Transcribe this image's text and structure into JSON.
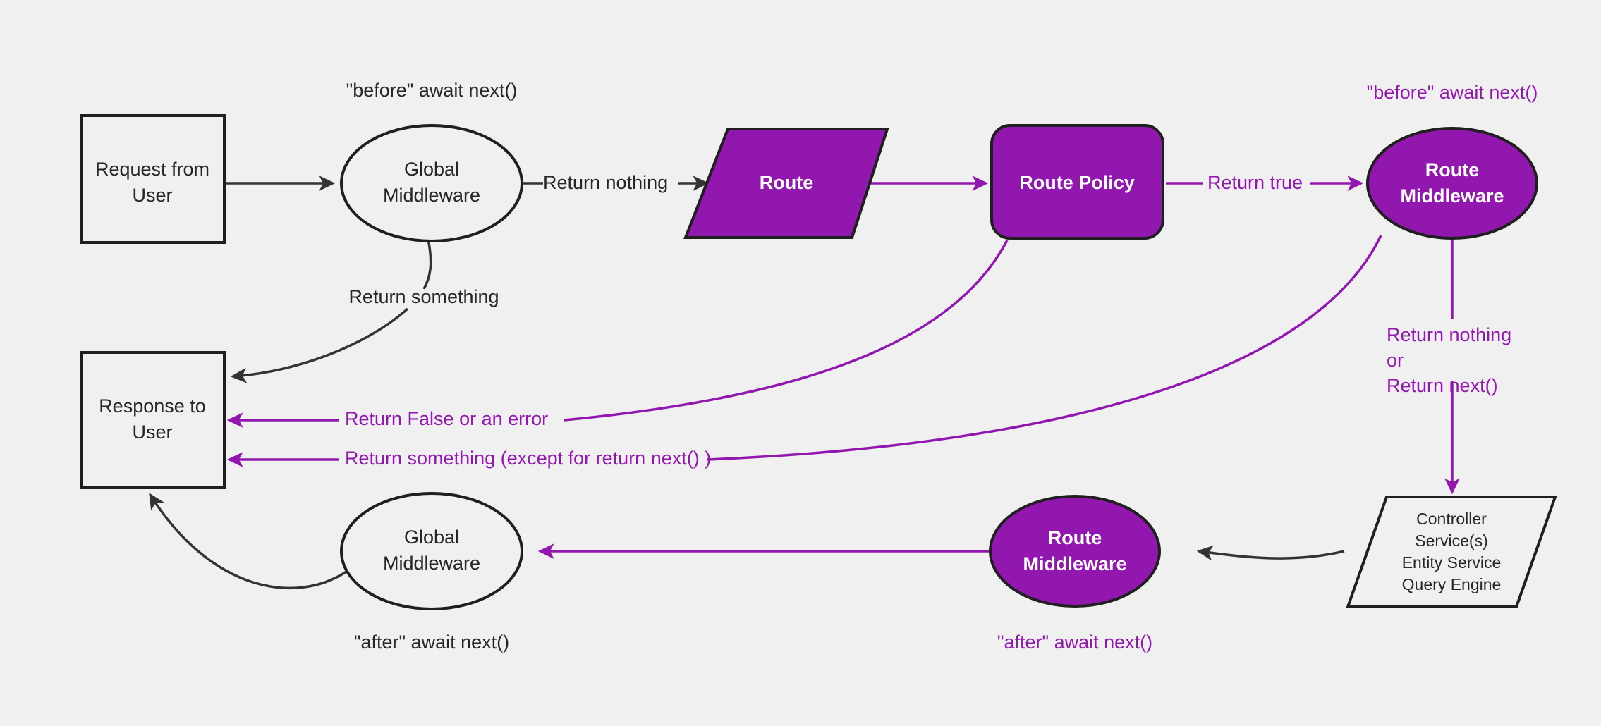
{
  "diagram": {
    "title": "Strapi request lifecycle flow",
    "background_color": "#f0f0f0",
    "accent_color": "#9217ae",
    "dark_color": "#262626"
  },
  "nodes": {
    "request_from_user": {
      "line1": "Request from",
      "line2": "User"
    },
    "global_middleware_before": {
      "line1": "Global",
      "line2": "Middleware"
    },
    "route": {
      "label": "Route"
    },
    "route_policy": {
      "label": "Route Policy"
    },
    "route_middleware_before": {
      "line1": "Route",
      "line2": "Middleware"
    },
    "controller": {
      "line1": "Controller",
      "line2": "Service(s)",
      "line3": "Entity Service",
      "line4": "Query Engine"
    },
    "route_middleware_after": {
      "line1": "Route",
      "line2": "Middleware"
    },
    "global_middleware_after": {
      "line1": "Global",
      "line2": "Middleware"
    },
    "response_to_user": {
      "line1": "Response to",
      "line2": "User"
    }
  },
  "annotations": {
    "global_before": "\"before\" await next()",
    "route_mw_before": "\"before\" await next()",
    "global_after": "\"after\" await next()",
    "route_mw_after": "\"after\" await next()"
  },
  "edge_labels": {
    "return_nothing": "Return nothing",
    "return_something": "Return something",
    "return_true": "Return true",
    "return_false_or_error": "Return False or an error",
    "return_something_except": "Return something (except for return next() )",
    "return_nothing_or_next_line1": "Return nothing",
    "return_nothing_or_next_line2": "or",
    "return_nothing_or_next_line3": "Return next()"
  }
}
